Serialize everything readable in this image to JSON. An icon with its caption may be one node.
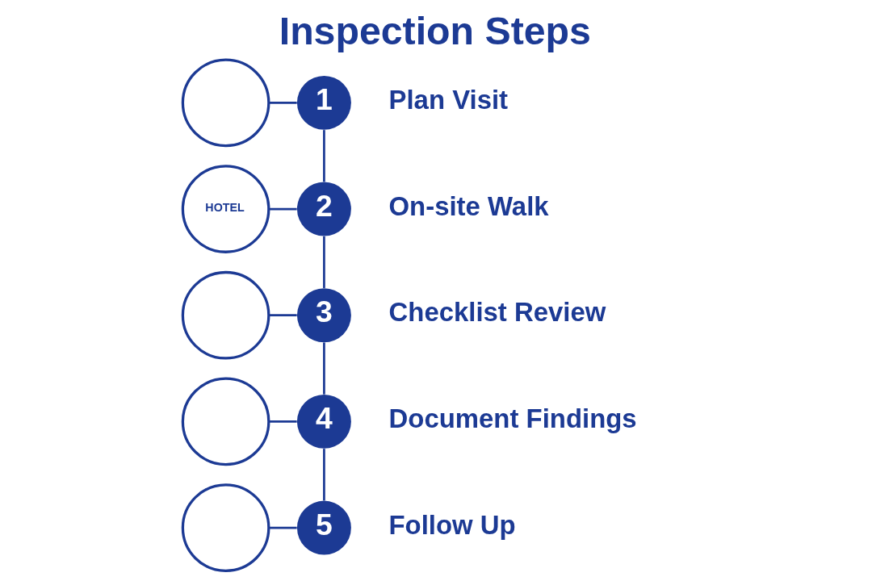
{
  "diagram": {
    "title": "Inspection Steps",
    "nodes": [
      {
        "text": [],
        "shape": "circle"
      },
      {
        "text": [
          "1"
        ],
        "beside": [
          "Plan Visit"
        ]
      },
      {
        "text": [
          "HOTEL"
        ]
      },
      {
        "text": [
          "2"
        ],
        "beside": [
          "On-site Walk"
        ]
      },
      {
        "text": [],
        "shape": "circle"
      },
      {
        "text": [
          "3"
        ],
        "beside": [
          "Checklist Review"
        ]
      },
      {
        "text": [],
        "shape": "circle"
      },
      {
        "text": [
          "4"
        ],
        "beside": [
          "Document Findings"
        ]
      },
      {
        "text": [],
        "shape": "circle"
      },
      {
        "text": [
          "5"
        ],
        "beside": [
          "Follow Up"
        ]
      }
    ],
    "edges": [
      {
        "from": 0,
        "to": 1,
        "arrow": "none"
      },
      {
        "from": 1,
        "to": 3,
        "arrow": "none"
      },
      {
        "from": 2,
        "to": 3,
        "arrow": "none"
      },
      {
        "from": 3,
        "to": 5,
        "arrow": "none"
      },
      {
        "from": 4,
        "to": 5,
        "arrow": "none"
      },
      {
        "from": 5,
        "to": 7,
        "arrow": "none"
      },
      {
        "from": 6,
        "to": 7,
        "arrow": "none"
      },
      {
        "from": 7,
        "to": 9,
        "arrow": "none"
      },
      {
        "from": 8,
        "to": 9,
        "arrow": "none"
      }
    ]
  }
}
